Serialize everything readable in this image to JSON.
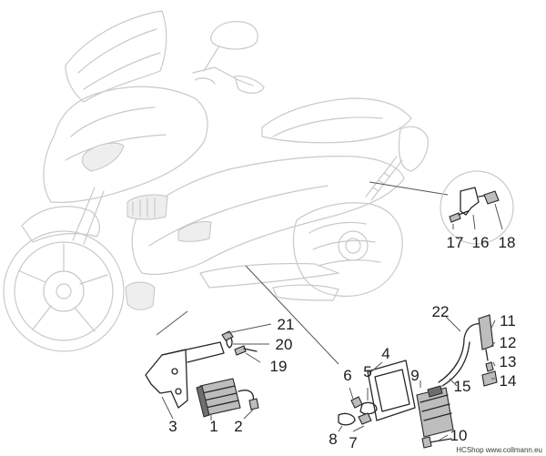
{
  "callouts": {
    "c1": "1",
    "c2": "2",
    "c3": "3",
    "c4": "4",
    "c5": "5",
    "c6": "6",
    "c7": "7",
    "c8": "8",
    "c9": "9",
    "c10": "10",
    "c11": "11",
    "c12": "12",
    "c13": "13",
    "c14": "14",
    "c15": "15",
    "c16": "16",
    "c17": "17",
    "c18": "18",
    "c19": "19",
    "c20": "20",
    "c21": "21",
    "c22": "22"
  },
  "credit": "HCShop www.collmann.eu",
  "colors": {
    "line_art": "#262626",
    "ghost_vehicle": "#c9c9c9",
    "background": "#ffffff"
  }
}
